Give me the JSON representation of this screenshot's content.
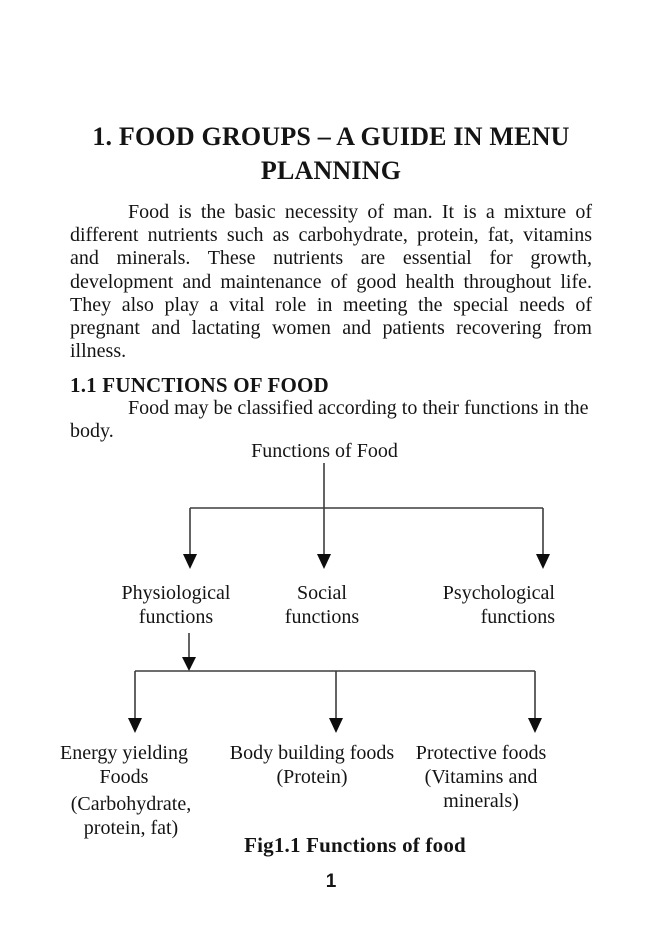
{
  "page": {
    "background_color": "#ffffff",
    "text_color": "#141414",
    "line_color": "#3d3d3d",
    "arrow_color": "#0d0d0d"
  },
  "title": "1.  FOOD GROUPS – A GUIDE IN MENU\nPLANNING",
  "intro_paragraph": "Food is the basic necessity of man.  It is a mixture of different nutrients such as carbohydrate, protein, fat, vitamins and minerals.  These nutrients are essential for growth, development and maintenance of good health throughout life. They also play a vital role in meeting the special needs of pregnant and lactating women and patients recovering from illness.",
  "section": {
    "heading": "1.1 FUNCTIONS OF FOOD",
    "body": "Food may be classified according to their functions in the body."
  },
  "diagram": {
    "root": "Functions of Food",
    "tier1": [
      {
        "label": "Physiological\nfunctions"
      },
      {
        "label": "Social\nfunctions"
      },
      {
        "label": "Psychological\nfunctions"
      }
    ],
    "tier2": [
      {
        "label": "Energy yielding\nFoods",
        "sub": "(Carbohydrate,\nprotein, fat)"
      },
      {
        "label": "Body building foods\n(Protein)"
      },
      {
        "label": "Protective foods\n(Vitamins and\nminerals)"
      }
    ],
    "caption": "Fig1.1 Functions of food"
  },
  "footer": {
    "page_number": "1"
  }
}
